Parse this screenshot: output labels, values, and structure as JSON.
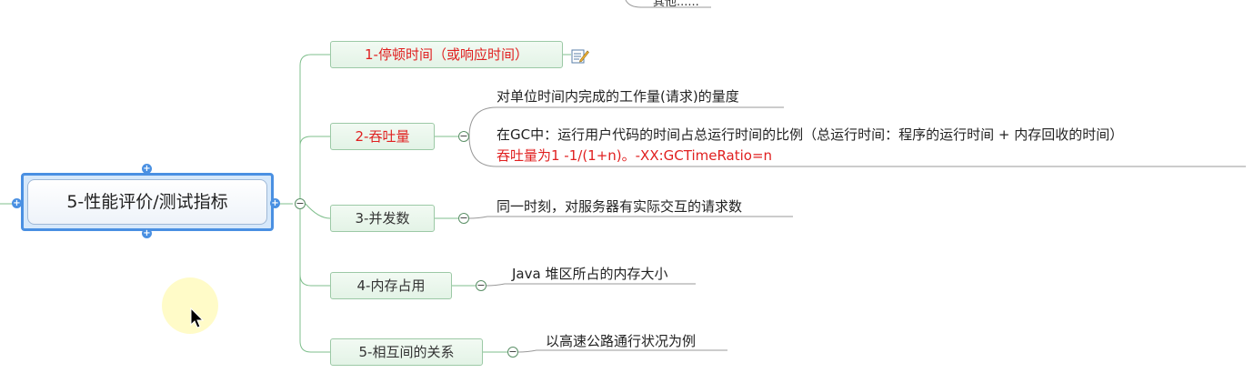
{
  "root": {
    "label": "5-性能评价/测试指标"
  },
  "branches": [
    {
      "label": "1-停顿时间（或响应时间）",
      "color": "#e02020"
    },
    {
      "label": "2-吞吐量",
      "color": "#e02020",
      "notes": [
        "对单位时间内完成的工作量(请求)的量度",
        "在GC中：运行用户代码的时间占总运行时间的比例（总运行时间：程序的运行时间 + 内存回收的时间）",
        "吞吐量为1 -1/(1+n)。-XX:GCTimeRatio=n"
      ]
    },
    {
      "label": "3-并发数",
      "color": "#333333",
      "notes": [
        "同一时刻，对服务器有实际交互的请求数"
      ]
    },
    {
      "label": "4-内存占用",
      "color": "#333333",
      "notes": [
        "Java 堆区所占的内存大小"
      ]
    },
    {
      "label": "5-相互间的关系",
      "color": "#333333",
      "notes": [
        "以高速公路通行状况为例"
      ]
    }
  ],
  "top_fragment": "其他......",
  "collapse_symbol": "−",
  "icons": {
    "memo": "memo-icon",
    "cursor": "mouse-cursor-icon"
  },
  "colors": {
    "line": "#7fbf8c",
    "root_border": "#4a90e2",
    "accent_red": "#e02020"
  }
}
